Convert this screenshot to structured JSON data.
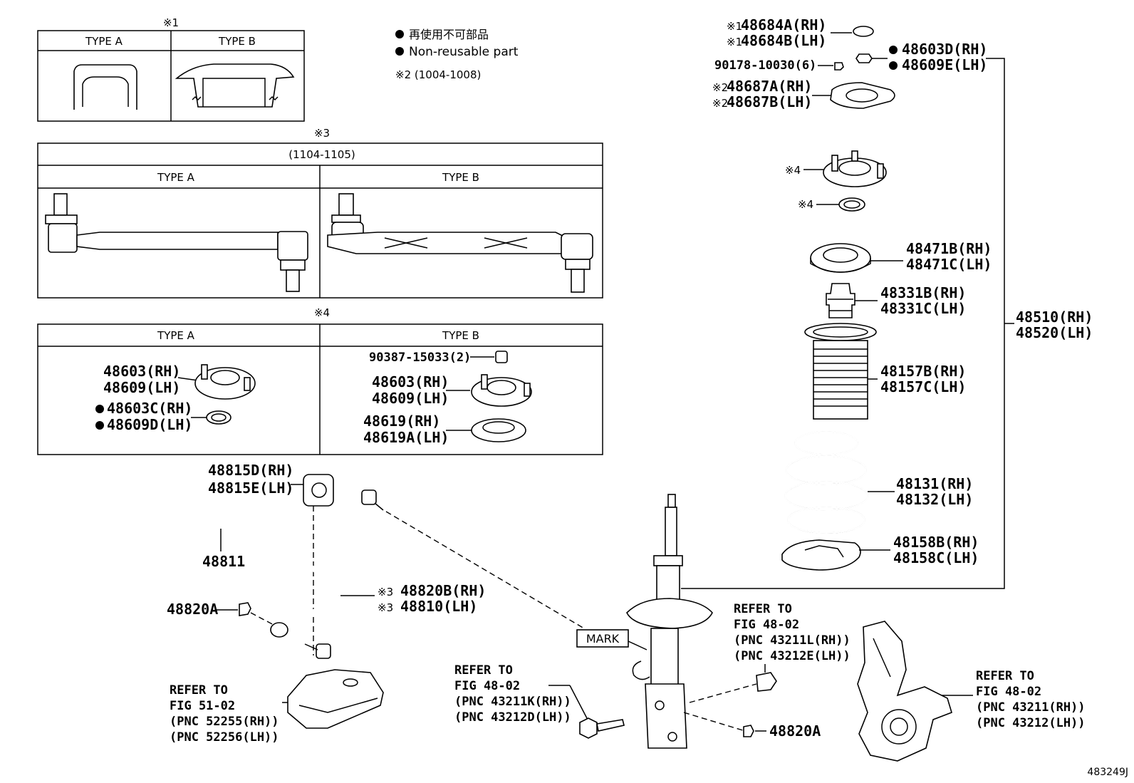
{
  "legend": {
    "non_reusable_jp": "再使用不可部品",
    "non_reusable_en": "Non-reusable part",
    "note2": "※2 (1004-1008)"
  },
  "inset1": {
    "mark": "※1",
    "type_a": "TYPE A",
    "type_b": "TYPE B"
  },
  "inset3": {
    "mark": "※3",
    "range": "(1104-1105)",
    "type_a": "TYPE A",
    "type_b": "TYPE B"
  },
  "inset4": {
    "mark": "※4",
    "type_a": "TYPE A",
    "type_b": "TYPE B",
    "a_mount_rh": "48603(RH)",
    "a_mount_lh": "48609(LH)",
    "a_ring_rh": "48603C(RH)",
    "a_ring_lh": "48609D(LH)",
    "b_bolt": "90387-15033(2)",
    "b_mount_rh": "48603(RH)",
    "b_mount_lh": "48609(LH)",
    "b_bearing_rh": "48619(RH)",
    "b_bearing_lh": "48619A(LH)"
  },
  "labels": {
    "cap_rh": "48684A(RH)",
    "cap_lh": "48684B(LH)",
    "cap_mark": "※1",
    "nut_rh": "48603D(RH)",
    "nut_lh": "48609E(LH)",
    "bolt_90178": "90178-10030(6)",
    "plate_rh": "48687A(RH)",
    "plate_lh": "48687B(LH)",
    "plate_mark": "※2",
    "mark4a": "※4",
    "mark4b": "※4",
    "seat_rh": "48471B(RH)",
    "seat_lh": "48471C(LH)",
    "bump_rh": "48331B(RH)",
    "bump_lh": "48331C(LH)",
    "boot_rh": "48157B(RH)",
    "boot_lh": "48157C(LH)",
    "spring_rh": "48131(RH)",
    "spring_lh": "48132(LH)",
    "insul_rh": "48158B(RH)",
    "insul_lh": "48158C(LH)",
    "assy_rh": "48510(RH)",
    "assy_lh": "48520(LH)",
    "bush_rh": "48815D(RH)",
    "bush_lh": "48815E(LH)",
    "stabilizer": "48811",
    "nut_left": "48820A",
    "link_rh": "48820B(RH)",
    "link_lh": "48810(LH)",
    "link_mark": "※3",
    "nut_right": "48820A",
    "mark_box": "MARK",
    "ref1_l1": "REFER TO",
    "ref1_l2": "FIG 51-02",
    "ref1_l3": "(PNC 52255(RH))",
    "ref1_l4": "(PNC 52256(LH))",
    "ref2_l1": "REFER TO",
    "ref2_l2": "FIG 48-02",
    "ref2_l3": "(PNC 43211K(RH))",
    "ref2_l4": "(PNC 43212D(LH))",
    "ref3_l1": "REFER TO",
    "ref3_l2": "FIG 48-02",
    "ref3_l3": "(PNC 43211L(RH))",
    "ref3_l4": "(PNC 43212E(LH))",
    "ref4_l1": "REFER TO",
    "ref4_l2": "FIG 48-02",
    "ref4_l3": "(PNC 43211(RH))",
    "ref4_l4": "(PNC 43212(LH))",
    "fig_code": "483249J"
  }
}
